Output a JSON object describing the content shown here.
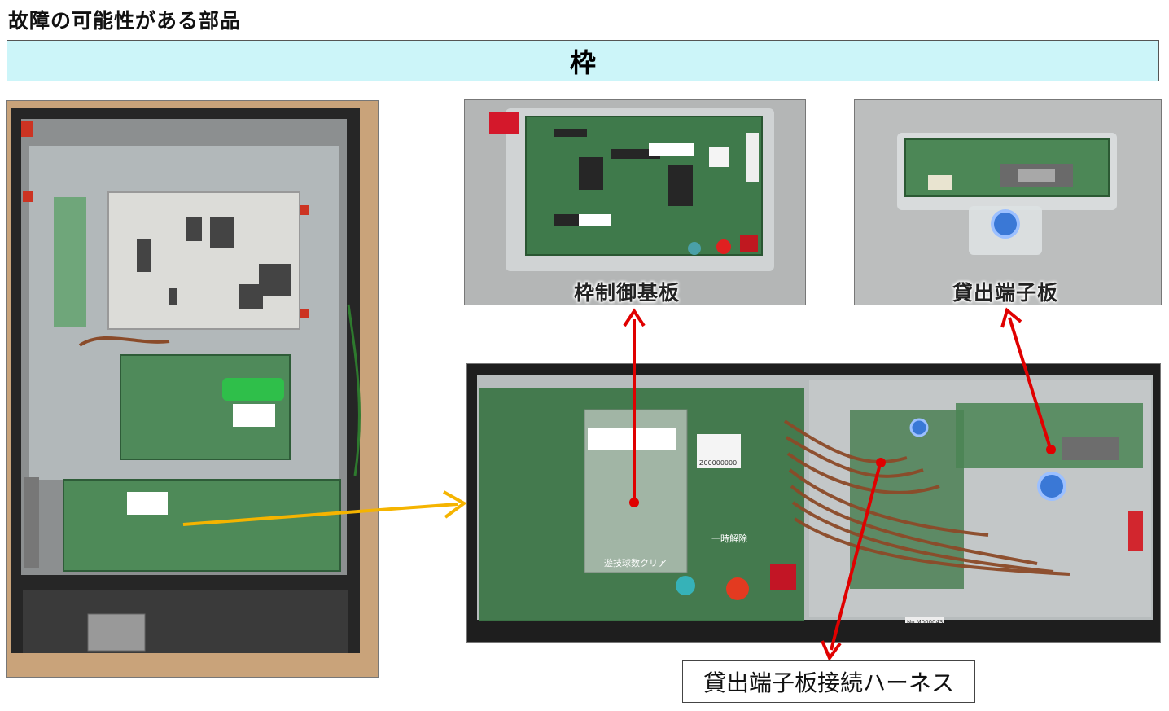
{
  "page": {
    "title": "故障の可能性がある部品"
  },
  "banner": {
    "label": "枠"
  },
  "captions": {
    "frame_control_board": "枠制御基板",
    "lending_terminal_board": "貸出端子板",
    "harness": "貸出端子板接続ハーネス"
  },
  "detail": {
    "sticker_code": "Z00000000",
    "lot_label": "No.M000043",
    "clear_label": "遊技球数クリア",
    "release_label": "一時解除"
  },
  "colors": {
    "banner_bg": "#ccf5f9",
    "red_arrow": "#e00000",
    "yellow_arrow": "#f5b400",
    "board_green": "#3c7a4a"
  }
}
